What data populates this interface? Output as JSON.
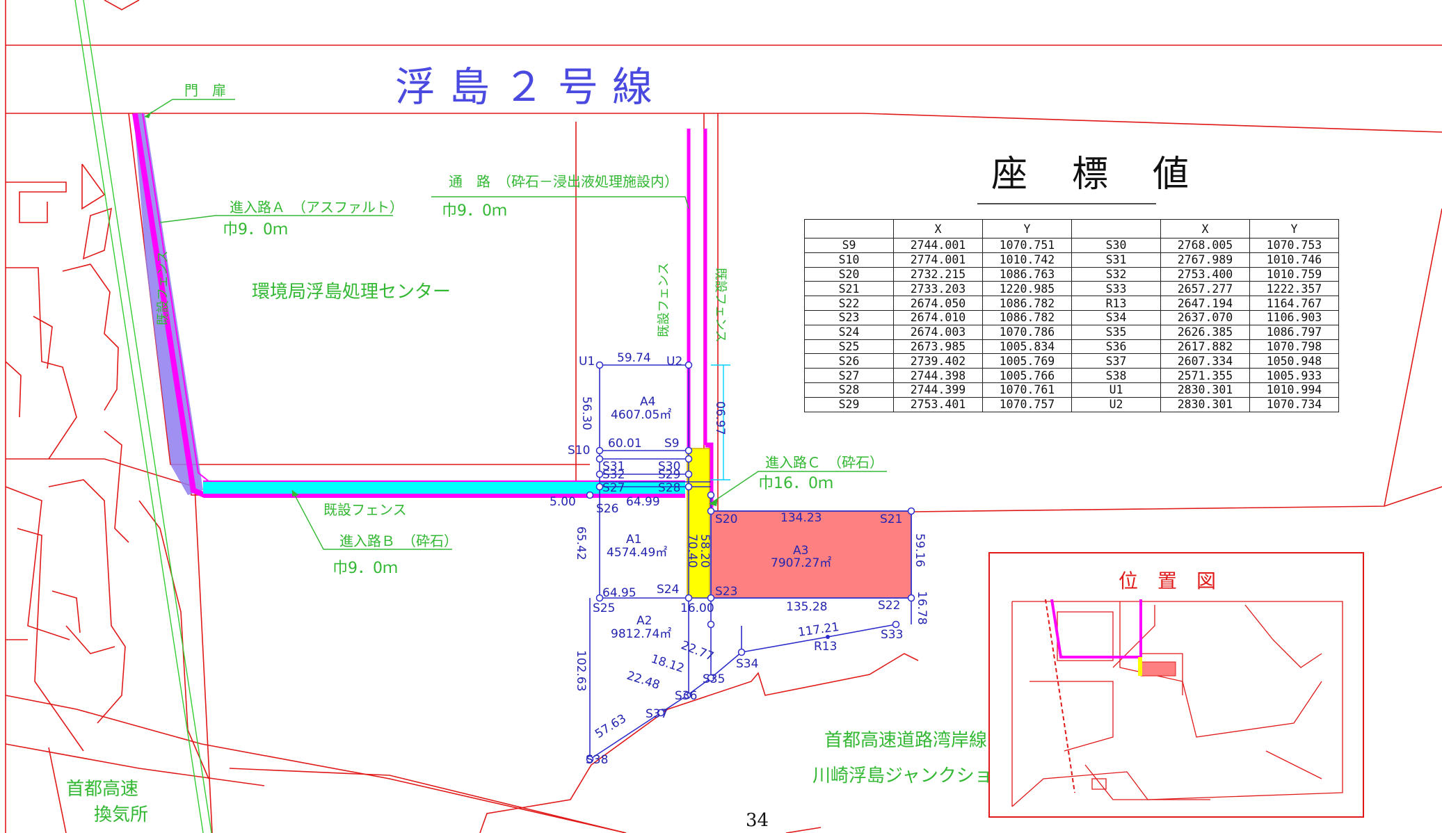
{
  "road_name": "浮島２号線",
  "labels": {
    "gate": "門　扉",
    "road_a": "進入路Ａ　（アスファルト）",
    "road_a_width": "巾9．0ｍ",
    "passage": "通　路　（砕石－浸出液処理施設内）",
    "passage_width": "巾9．0ｍ",
    "center": "環境局浮島処理センター",
    "fence_v1": "既設フェンス",
    "fence_v2": "既設フェンス",
    "fence_v3": "既設フェンス",
    "fence_h": "既設フェンス",
    "road_b": "進入路Ｂ　（砕石）",
    "road_b_width": "巾9．0ｍ",
    "road_c": "進入路Ｃ　（砕石）",
    "road_c_width": "巾16．0ｍ",
    "expressway_line": "首都高速道路湾岸線",
    "junction": "川崎浮島ジャンクション",
    "vent_1": "首都高速",
    "vent_2": "換気所",
    "location_map": "位　置　図",
    "page_number": "34"
  },
  "coord_title": "座　標　値",
  "coord_table": {
    "headers": [
      "",
      "X",
      "Y",
      "",
      "X",
      "Y"
    ],
    "rows": [
      [
        "S9",
        "2744.001",
        "1070.751",
        "S30",
        "2768.005",
        "1070.753"
      ],
      [
        "S10",
        "2774.001",
        "1010.742",
        "S31",
        "2767.989",
        "1010.746"
      ],
      [
        "S20",
        "2732.215",
        "1086.763",
        "S32",
        "2753.400",
        "1010.759"
      ],
      [
        "S21",
        "2733.203",
        "1220.985",
        "S33",
        "2657.277",
        "1222.357"
      ],
      [
        "S22",
        "2674.050",
        "1086.782",
        "R13",
        "2647.194",
        "1164.767"
      ],
      [
        "S23",
        "2674.010",
        "1086.782",
        "S34",
        "2637.070",
        "1106.903"
      ],
      [
        "S24",
        "2674.003",
        "1070.786",
        "S35",
        "2626.385",
        "1086.797"
      ],
      [
        "S25",
        "2673.985",
        "1005.834",
        "S36",
        "2617.882",
        "1070.798"
      ],
      [
        "S26",
        "2739.402",
        "1005.769",
        "S37",
        "2607.334",
        "1050.948"
      ],
      [
        "S27",
        "2744.398",
        "1005.766",
        "S38",
        "2571.355",
        "1005.933"
      ],
      [
        "S28",
        "2744.399",
        "1070.761",
        "U1",
        "2830.301",
        "1010.994"
      ],
      [
        "S29",
        "2753.401",
        "1070.757",
        "U2",
        "2830.301",
        "1070.734"
      ]
    ]
  },
  "areas": [
    {
      "name": "A4",
      "area": "4607.05㎡"
    },
    {
      "name": "A1",
      "area": "4574.49㎡"
    },
    {
      "name": "A3",
      "area": "7907.27㎡"
    },
    {
      "name": "A2",
      "area": "9812.74㎡"
    }
  ],
  "points": [
    "U1",
    "U2",
    "S9",
    "S10",
    "S31",
    "S30",
    "S32",
    "S29",
    "S27",
    "S28",
    "S26",
    "S20",
    "S21",
    "S24",
    "S25",
    "S23",
    "S22",
    "S33",
    "R13",
    "S34",
    "S35",
    "S36",
    "S37",
    "S38"
  ],
  "dims": {
    "u1_u2": "59.74",
    "u1_s10": "56.30",
    "s10_s9": "60.01",
    "cyan_dim": "06.97",
    "s26_offset": "5.00",
    "s26_s28": "64.99",
    "s20_s21": "134.23",
    "v58": "58.20",
    "v70": "70.40",
    "s26_s25": "65.42",
    "s21_s22": "59.16",
    "s25_s24": "64.95",
    "s24_s23": "16.00",
    "s23_s22": "135.28",
    "s22_s33": "16.78",
    "s33_s34": "117.21",
    "d2277": "22.77",
    "d1812": "18.12",
    "d2248": "22.48",
    "s25_s38": "102.63",
    "s38_s37": "57.63"
  },
  "colors": {
    "boundary": "#e01818",
    "survey": "#2d2dcc",
    "annotation": "#33b833",
    "road_magenta": "#ff00ff",
    "road_cyan": "#00ffff",
    "road_yellow": "#ffff00",
    "area_a3": "#ff8080",
    "road_a_fill": "#8f7cf0"
  }
}
